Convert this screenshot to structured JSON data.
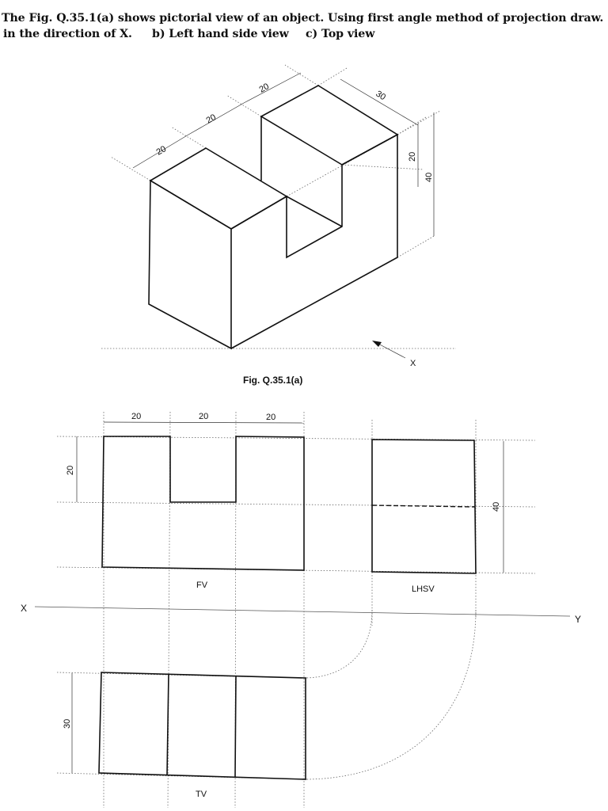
{
  "question": {
    "line1": "The Fig. Q.35.1(a) shows pictorial view of an object. Using first angle method of projection draw.",
    "part_a": "in the direction of X.",
    "part_b": "b) Left hand side view",
    "part_c": "c) Top view"
  },
  "pictorial": {
    "caption": "Fig. Q.35.1(a)",
    "dims": {
      "d1": "20",
      "d2": "20",
      "d3": "20",
      "depth": "30",
      "slot_height": "20",
      "height": "40"
    },
    "direction_label": "X"
  },
  "views": {
    "fv_label": "FV",
    "lhsv_label": "LHSV",
    "tv_label": "TV",
    "x_label": "X",
    "y_label": "Y",
    "fv_dims": {
      "w1": "20",
      "w2": "20",
      "w3": "20",
      "h": "20"
    },
    "lhsv_dim": "40",
    "tv_dim": "30"
  }
}
